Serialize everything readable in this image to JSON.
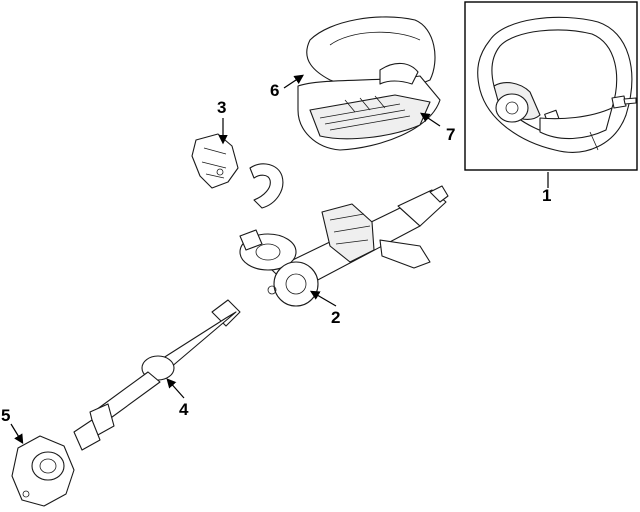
{
  "callouts": [
    {
      "id": "1",
      "label": "1"
    },
    {
      "id": "2",
      "label": "2"
    },
    {
      "id": "3",
      "label": "3"
    },
    {
      "id": "4",
      "label": "4"
    },
    {
      "id": "5",
      "label": "5"
    },
    {
      "id": "6",
      "label": "6"
    },
    {
      "id": "7",
      "label": "7"
    }
  ],
  "colors": {
    "line": "#1a1a1a",
    "background": "#ffffff",
    "fill_light": "#efefef"
  }
}
